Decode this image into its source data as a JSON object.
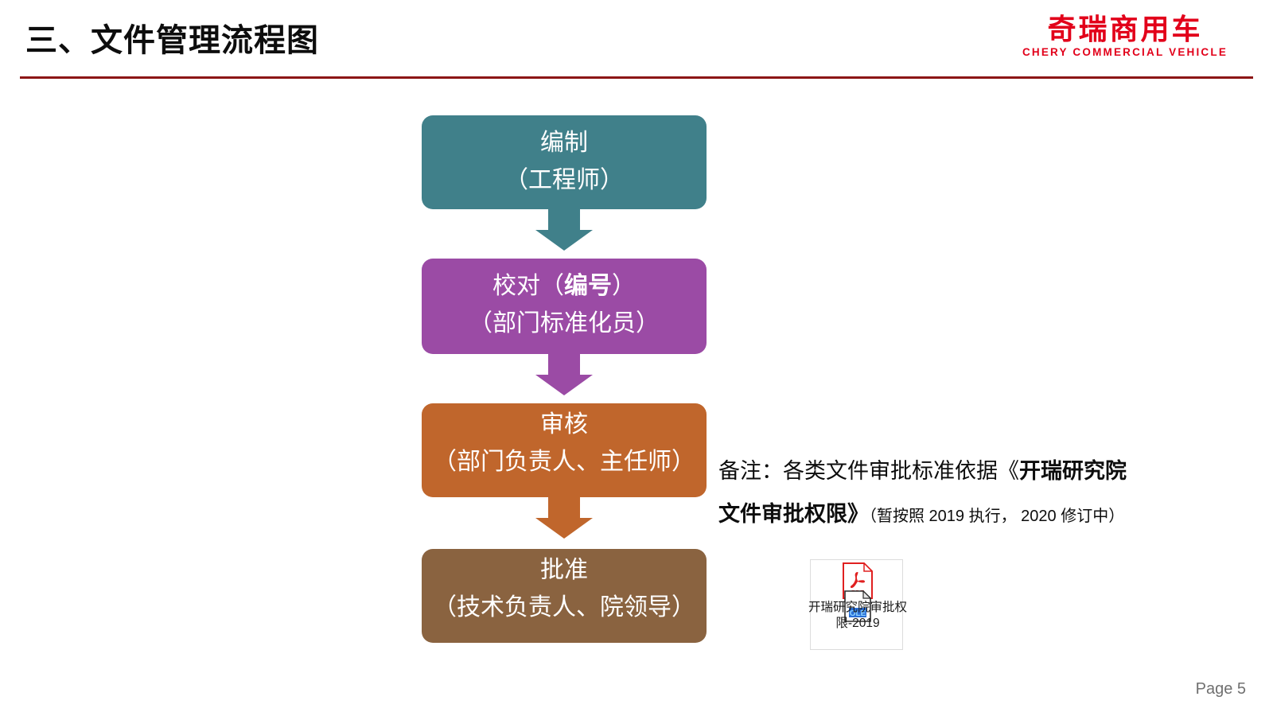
{
  "header": {
    "title": "三、文件管理流程图",
    "logo_cn": "奇瑞商用车",
    "logo_en": "CHERY COMMERCIAL VEHICLE",
    "rule_color": "#8C1515",
    "logo_color": "#E2001A"
  },
  "flowchart": {
    "steps": [
      {
        "line1": "编制",
        "line2": "（工程师）",
        "color": "#40808A",
        "bold_part": ""
      },
      {
        "line1_prefix": "校对（",
        "line1_bold": "编号",
        "line1_suffix": "）",
        "line2": "（部门标准化员）",
        "color": "#9B4BA5"
      },
      {
        "line1": "审核",
        "line2": "（部门负责人、主任师）",
        "color": "#C0662C"
      },
      {
        "line1": "批准",
        "line2": "（技术负责人、院领导）",
        "color": "#8A6340"
      }
    ]
  },
  "note": {
    "line1_prefix": "备注：各类文件审批标准依据《",
    "line1_bold": "开瑞研究院",
    "line2_bold": "文件审批权限》",
    "line2_small": "（暂按照 2019 执行， 2020 修订中）"
  },
  "embedded_object": {
    "icon_label": "PDF",
    "ole_label": "OLE",
    "caption": "开瑞研究院审批权限-2019"
  },
  "footer": {
    "page_label": "Page 5"
  }
}
